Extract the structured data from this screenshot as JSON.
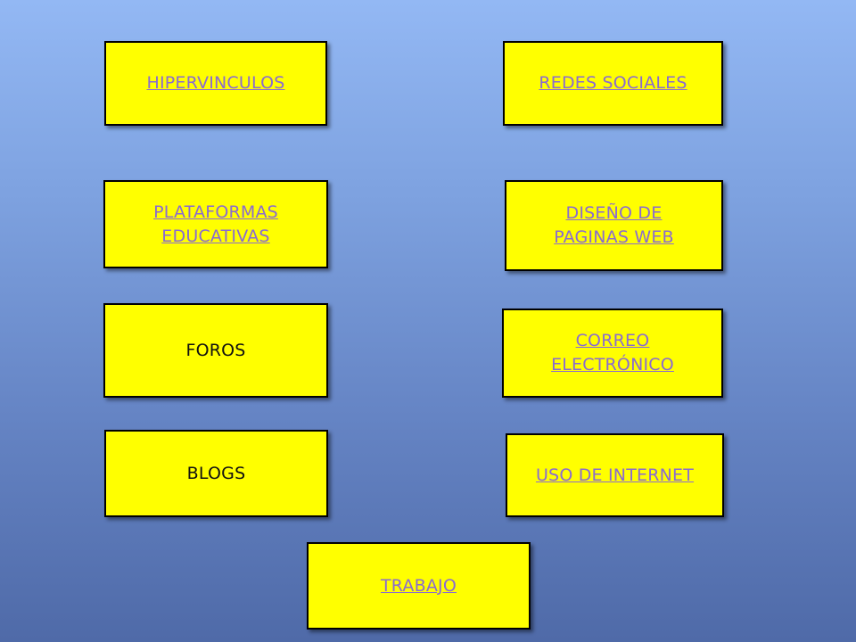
{
  "slide": {
    "links": [
      {
        "id": "hipervinculos",
        "label": "HIPERVINCULOS",
        "is_link": true
      },
      {
        "id": "redes-sociales",
        "label": "REDES SOCIALES",
        "is_link": true
      },
      {
        "id": "plataformas-educativas",
        "label": "PLATAFORMAS\nEDUCATIVAS",
        "is_link": true
      },
      {
        "id": "diseno-paginas-web",
        "label": "DISEÑO DE\nPAGINAS WEB",
        "is_link": true
      },
      {
        "id": "foros",
        "label": "FOROS",
        "is_link": false
      },
      {
        "id": "correo-electronico",
        "label": "CORREO\nELECTRÓNICO",
        "is_link": true
      },
      {
        "id": "blogs",
        "label": "BLOGS",
        "is_link": false
      },
      {
        "id": "uso-de-internet",
        "label": "USO DE INTERNET",
        "is_link": true
      },
      {
        "id": "trabajo",
        "label": "TRABAJO",
        "is_link": true
      }
    ]
  },
  "colors": {
    "box_fill": "#ffff00",
    "link_text": "#8a6bd0",
    "plain_text": "#111111"
  }
}
